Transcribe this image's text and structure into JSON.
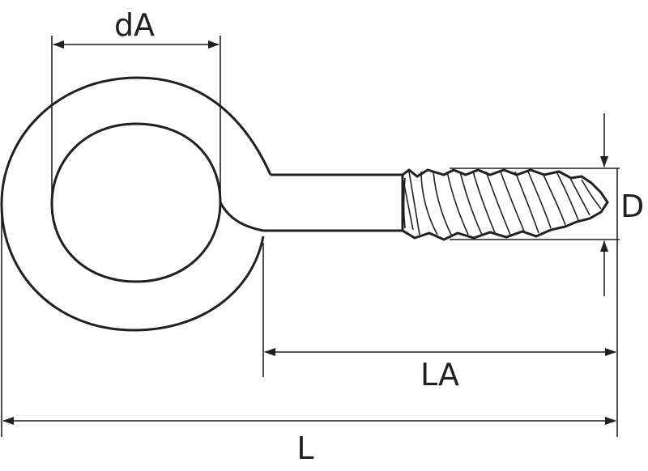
{
  "labels": {
    "dA": "dA",
    "D": "D",
    "LA": "LA",
    "L": "L"
  },
  "colors": {
    "ink": "#231f20",
    "background": "#ffffff"
  }
}
